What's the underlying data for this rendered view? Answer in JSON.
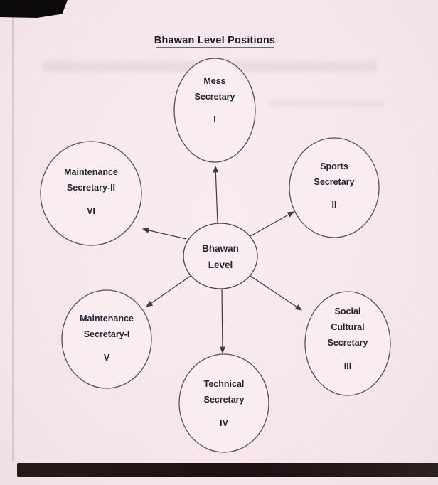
{
  "page": {
    "paper_color": "#f6e6ec",
    "ink_color": "#20242f",
    "scan_bar_color": "#1c1312"
  },
  "title": "Bhawan Level Positions",
  "center": {
    "line1": "Bhawan",
    "line2": "Level"
  },
  "nodes": [
    {
      "id": "mess-secretary",
      "lines": [
        "Mess",
        "Secretary"
      ],
      "numeral": "I"
    },
    {
      "id": "sports-secretary",
      "lines": [
        "Sports",
        "Secretary"
      ],
      "numeral": "II"
    },
    {
      "id": "maintenance-secretary-ii",
      "lines": [
        "Maintenance",
        "Secretary-II"
      ],
      "numeral": "VI"
    },
    {
      "id": "maintenance-secretary-i",
      "lines": [
        "Maintenance",
        "Secretary-I"
      ],
      "numeral": "V"
    },
    {
      "id": "social-cultural-secretary",
      "lines": [
        "Social",
        "Cultural",
        "Secretary"
      ],
      "numeral": "III"
    },
    {
      "id": "technical-secretary",
      "lines": [
        "Technical",
        "Secretary"
      ],
      "numeral": "IV"
    }
  ]
}
